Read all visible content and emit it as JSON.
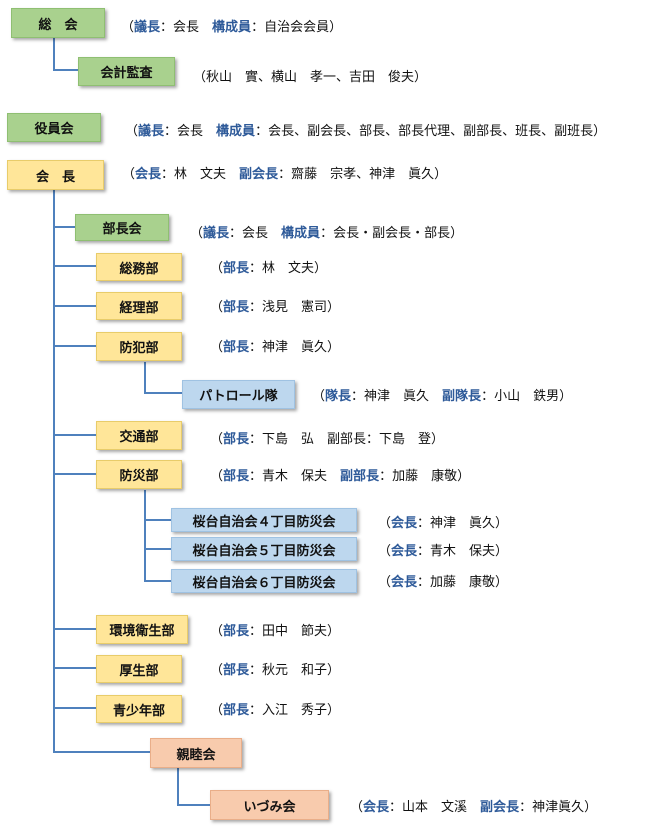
{
  "soukai": {
    "label": "総　会",
    "note": {
      "open": "（",
      "k1": "議長",
      "v1": "：会長　",
      "k2": "構成員",
      "v2": "：自治会会員）"
    }
  },
  "kansa": {
    "label": "会計監査",
    "note": "（秋山　實、横山　孝一、吉田　俊夫）"
  },
  "yakuin": {
    "label": "役員会",
    "note": {
      "open": "（",
      "k1": "議長",
      "v1": "：会長　",
      "k2": "構成員",
      "v2": "：会長、副会長、部長、部長代理、副部長、班長、副班長）"
    }
  },
  "kaicho": {
    "label": "会　長",
    "note": {
      "open": "（",
      "k1": "会長",
      "v1": "：林　文夫　",
      "k2": "副会長",
      "v2": "：齋藤　宗孝、神津　眞久）"
    }
  },
  "buchokai": {
    "label": "部長会",
    "note": {
      "open": "（",
      "k1": "議長",
      "v1": "：会長　",
      "k2": "構成員",
      "v2": "：会長・副会長・部長）"
    }
  },
  "somu": {
    "label": "総務部",
    "note": {
      "open": "（",
      "k1": "部長",
      "v1": "：林　文夫）"
    }
  },
  "keiri": {
    "label": "経理部",
    "note": {
      "open": "（",
      "k1": "部長",
      "v1": "：浅見　憲司）"
    }
  },
  "bohan": {
    "label": "防犯部",
    "note": {
      "open": "（",
      "k1": "部長",
      "v1": "：神津　眞久）"
    }
  },
  "patrol": {
    "label": "パトロール隊",
    "note": {
      "open": "（",
      "k1": "隊長",
      "v1": "：神津　眞久　",
      "k2": "副隊長",
      "v2": "：小山　鉄男）"
    }
  },
  "kotsu": {
    "label": "交通部",
    "note": {
      "open": "（",
      "k1": "部長",
      "v1": "：下島　弘　副部長：下島　登）"
    }
  },
  "bosai": {
    "label": "防災部",
    "note": {
      "open": "（",
      "k1": "部長",
      "v1": "：青木　保夫　",
      "k2": "副部長",
      "v2": "：加藤　康敬）"
    }
  },
  "bosai4": {
    "label": "桜台自治会４丁目防災会",
    "note": {
      "open": "（",
      "k1": "会長",
      "v1": "：神津　眞久）"
    }
  },
  "bosai5": {
    "label": "桜台自治会５丁目防災会",
    "note": {
      "open": "（",
      "k1": "会長",
      "v1": "：青木　保夫）"
    }
  },
  "bosai6": {
    "label": "桜台自治会６丁目防災会",
    "note": {
      "open": "（",
      "k1": "会長",
      "v1": "：加藤　康敬）"
    }
  },
  "kankyo": {
    "label": "環境衛生部",
    "note": {
      "open": "（",
      "k1": "部長",
      "v1": "：田中　節夫）"
    }
  },
  "kosei": {
    "label": "厚生部",
    "note": {
      "open": "（",
      "k1": "部長",
      "v1": "：秋元　和子）"
    }
  },
  "seishonen": {
    "label": "青少年部",
    "note": {
      "open": "（",
      "k1": "部長",
      "v1": "：入江　秀子）"
    }
  },
  "shinboku": {
    "label": "親睦会"
  },
  "izumi": {
    "label": "いづみ会",
    "note": {
      "open": "（",
      "k1": "会長",
      "v1": "：山本　文溪　",
      "k2": "副会長",
      "v2": "：神津眞久）"
    }
  },
  "colors": {
    "line": "#4f81bd",
    "key": "#2e5a99",
    "green": "#a9d18e",
    "yellow": "#ffe699",
    "blue": "#bdd7ee",
    "peach": "#f8cbad"
  }
}
